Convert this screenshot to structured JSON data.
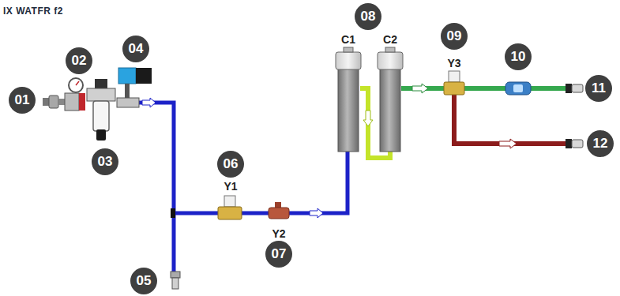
{
  "diagram": {
    "labels": [
      "IX WATFR f2",
      "01",
      "02",
      "03",
      "04",
      "05",
      "06",
      "Y1",
      "Y2",
      "07",
      "08",
      "C1",
      "C2",
      "09",
      "Y3",
      "10",
      "11",
      "12"
    ]
  }
}
